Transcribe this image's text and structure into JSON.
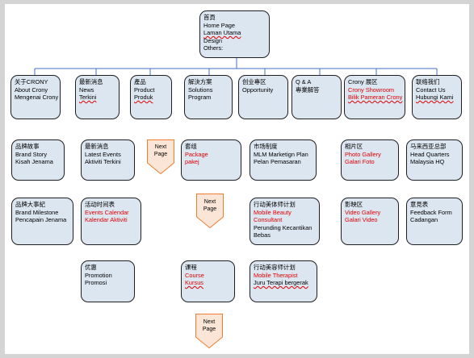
{
  "root": {
    "lines": [
      "首頁",
      "Home Page",
      "Laman Utama",
      "Design",
      "Others:"
    ]
  },
  "level1": [
    {
      "lines": [
        "关于CRONY",
        "About Crony",
        "Mengenai Crony"
      ]
    },
    {
      "lines": [
        "最新消息",
        "News",
        "Terkini"
      ]
    },
    {
      "lines": [
        "產品",
        "Product",
        "Produk"
      ]
    },
    {
      "lines": [
        "解決方案",
        "Solutions",
        "Program"
      ]
    },
    {
      "lines": [
        "创业專区",
        "Opportunity"
      ]
    },
    {
      "lines": [
        "Q & A",
        "專業解答"
      ]
    },
    {
      "lines": [
        "Crony 展区",
        "Crony Showroom",
        "Bilik Pameran Crony"
      ]
    },
    {
      "lines": [
        "联络我们",
        "Contact Us",
        "Hubungi Kami"
      ]
    }
  ],
  "level2": [
    {
      "lines": [
        "品牌故事",
        "Brand Story",
        "Kisah Jenama"
      ]
    },
    {
      "lines": [
        "最新消息",
        "Latest Events",
        "Aktiviti Terkini"
      ]
    },
    {
      "lines": [
        "套组",
        "Package",
        "pakej"
      ]
    },
    {
      "lines": [
        "市场制度",
        "MLM Marketign Plan",
        "Pelan Pemasaran"
      ]
    },
    {
      "lines": [
        "相片区",
        "Photo Gallery",
        "Galari Foto"
      ]
    },
    {
      "lines": [
        "马来西亚总部",
        "Head Quarters",
        "Malaysia HQ"
      ]
    },
    {
      "lines": [
        "品牌大事紀",
        "Brand Milestone",
        "Pencapain Jenama"
      ]
    },
    {
      "lines": [
        "活动时间表",
        "Events Calendar",
        "Kalendar Aktiviti"
      ]
    },
    {
      "lines": [
        "行动美体师计划",
        "Mobile Beauty",
        "Consultant",
        "Perunding Kecantikan",
        "Bebas"
      ]
    },
    {
      "lines": [
        "影映区",
        "Video Gallery",
        "Galari Video"
      ]
    },
    {
      "lines": [
        "意見表",
        "Feedback Form",
        "Cadangan"
      ]
    },
    {
      "lines": [
        "优惠",
        "Promotion",
        "Promosi"
      ]
    },
    {
      "lines": [
        "课程",
        "Course",
        "Kursus"
      ]
    },
    {
      "lines": [
        "行动美容师计划",
        "Mobile Therapist",
        "Juru Terapi bergerak"
      ]
    }
  ],
  "next_page": [
    "Next\nPage",
    "Next\nPage",
    "Next\nPage"
  ],
  "colors": {
    "box_fill": "#dce6f1",
    "box_border": "#1f1f1f",
    "arrow_fill": "#fbe5d6",
    "arrow_stroke": "#ed7d31",
    "red_text": "#e00000"
  }
}
